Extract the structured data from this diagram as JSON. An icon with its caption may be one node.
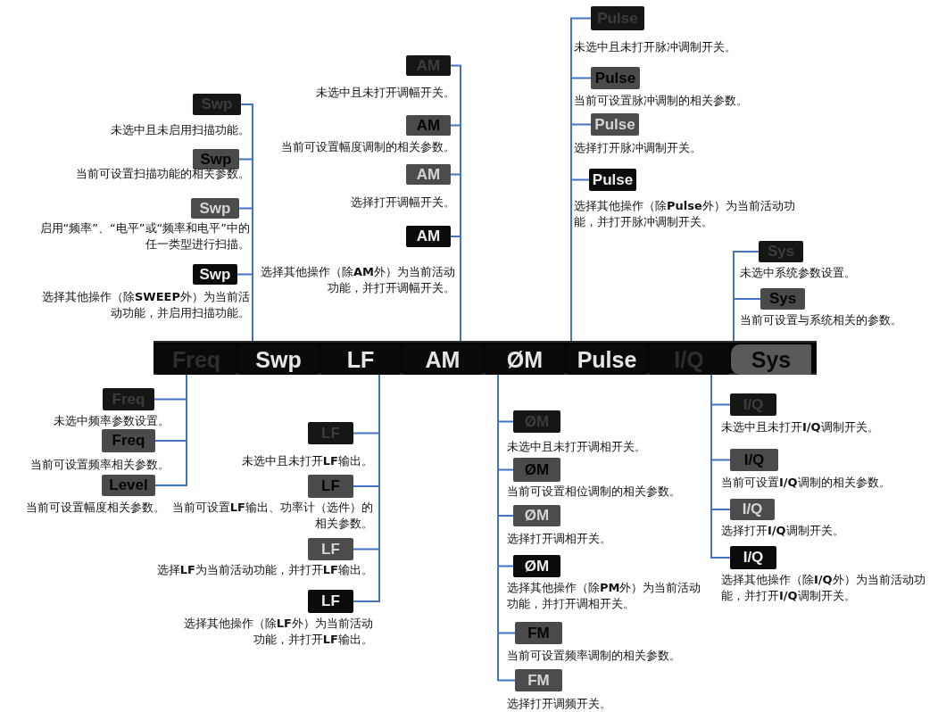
{
  "diagram": {
    "nodes": [
      {
        "text": [],
        "shape": "bar"
      },
      {
        "text": [
          "Freq"
        ],
        "in": 0
      },
      {
        "text": [
          "Swp"
        ],
        "in": 0
      },
      {
        "text": [
          "LF"
        ],
        "in": 0
      },
      {
        "text": [
          "AM"
        ],
        "in": 0
      },
      {
        "text": [
          "ØM"
        ],
        "in": 0
      },
      {
        "text": [
          "Pulse"
        ],
        "in": 0
      },
      {
        "text": [
          "I/Q"
        ],
        "in": 0
      },
      {
        "text": [
          "Sys"
        ],
        "in": 0
      },
      {
        "text": [
          "Swp"
        ],
        "beside": [
          "未选中且未启用扫描功能。"
        ]
      },
      {
        "text": [
          "Swp"
        ],
        "beside": [
          "当前可设置扫描功能的相关参数。"
        ]
      },
      {
        "text": [
          "Swp"
        ],
        "beside": [
          "启用“频率”、“电平”或“频率和电平”中的任一类型进行扫描。"
        ]
      },
      {
        "text": [
          "Swp"
        ],
        "beside": [
          "选择其他操作（除**SWEEP**外）为当前活动功能，并启用扫描功能。"
        ]
      },
      {
        "text": [
          "AM"
        ],
        "beside": [
          "未选中且未打开调幅开关。"
        ]
      },
      {
        "text": [
          "AM"
        ],
        "beside": [
          "当前可设置幅度调制的相关参数。"
        ]
      },
      {
        "text": [
          "AM"
        ],
        "beside": [
          "选择打开调幅开关。"
        ]
      },
      {
        "text": [
          "AM"
        ],
        "beside": [
          "选择其他操作（除**AM**外）为当前活动功能，并打开调幅开关。"
        ]
      },
      {
        "text": [
          "Pulse"
        ],
        "beside": [
          "未选中且未打开脉冲调制开关。"
        ]
      },
      {
        "text": [
          "Pulse"
        ],
        "beside": [
          "当前可设置脉冲调制的相关参数。"
        ]
      },
      {
        "text": [
          "Pulse"
        ],
        "beside": [
          "选择打开脉冲调制开关。"
        ]
      },
      {
        "text": [
          "Pulse"
        ],
        "beside": [
          "选择其他操作（除**Pulse**外）为当前活动功能，并打开脉冲调制开关。"
        ]
      },
      {
        "text": [
          "Sys"
        ],
        "beside": [
          "未选中系统参数设置。"
        ]
      },
      {
        "text": [
          "Sys"
        ],
        "beside": [
          "当前可设置与系统相关的参数。"
        ]
      },
      {
        "text": [
          "Freq"
        ],
        "beside": [
          "未选中频率参数设置。"
        ]
      },
      {
        "text": [
          "Freq"
        ],
        "beside": [
          "当前可设置频率相关参数。"
        ]
      },
      {
        "text": [
          "Level"
        ],
        "beside": [
          "当前可设置幅度相关参数。"
        ]
      },
      {
        "text": [
          "LF"
        ],
        "beside": [
          "未选中且未打开**LF**输出。"
        ]
      },
      {
        "text": [
          "LF"
        ],
        "beside": [
          "当前可设置**LF**输出、功率计（选件）的相关参数。"
        ]
      },
      {
        "text": [
          "LF"
        ],
        "beside": [
          "选择**LF**为当前活动功能，并打开**LF**输出。"
        ]
      },
      {
        "text": [
          "LF"
        ],
        "beside": [
          "选择其他操作（除**LF**外）为当前活动功能，并打开**LF**输出。"
        ]
      },
      {
        "text": [
          "ØM"
        ],
        "beside": [
          "未选中且未打开调相开关。"
        ]
      },
      {
        "text": [
          "ØM"
        ],
        "beside": [
          "当前可设置相位调制的相关参数。"
        ]
      },
      {
        "text": [
          "ØM"
        ],
        "beside": [
          "选择打开调相开关。"
        ]
      },
      {
        "text": [
          "ØM"
        ],
        "beside": [
          "选择其他操作（除**PM**外）为当前活动功能，并打开调相开关。"
        ]
      },
      {
        "text": [
          "FM"
        ],
        "beside": [
          "当前可设置频率调制的相关参数。"
        ]
      },
      {
        "text": [
          "FM"
        ],
        "beside": [
          "选择打开调频开关。"
        ]
      },
      {
        "text": [
          "I/Q"
        ],
        "beside": [
          "未选中且未打开**I/Q**调制开关。"
        ]
      },
      {
        "text": [
          "I/Q"
        ],
        "beside": [
          "当前可设置**I/Q**调制的相关参数。"
        ]
      },
      {
        "text": [
          "I/Q"
        ],
        "beside": [
          "选择打开**I/Q**调制开关。"
        ]
      },
      {
        "text": [
          "I/Q"
        ],
        "beside": [
          "选择其他操作（除**I/Q**外）为当前活动功能，并打开**I/Q**调制开关。"
        ]
      }
    ],
    "edges": [
      {
        "from": 2,
        "to": 9,
        "arrow": "none"
      },
      {
        "from": 2,
        "to": 10,
        "arrow": "none"
      },
      {
        "from": 2,
        "to": 11,
        "arrow": "none"
      },
      {
        "from": 2,
        "to": 12,
        "arrow": "none"
      },
      {
        "from": 4,
        "to": 13,
        "arrow": "none"
      },
      {
        "from": 4,
        "to": 14,
        "arrow": "none"
      },
      {
        "from": 4,
        "to": 15,
        "arrow": "none"
      },
      {
        "from": 4,
        "to": 16,
        "arrow": "none"
      },
      {
        "from": 6,
        "to": 17,
        "arrow": "none"
      },
      {
        "from": 6,
        "to": 18,
        "arrow": "none"
      },
      {
        "from": 6,
        "to": 19,
        "arrow": "none"
      },
      {
        "from": 6,
        "to": 20,
        "arrow": "none"
      },
      {
        "from": 8,
        "to": 21,
        "arrow": "none"
      },
      {
        "from": 8,
        "to": 22,
        "arrow": "none"
      },
      {
        "from": 1,
        "to": 23,
        "arrow": "none"
      },
      {
        "from": 1,
        "to": 24,
        "arrow": "none"
      },
      {
        "from": 1,
        "to": 25,
        "arrow": "none"
      },
      {
        "from": 3,
        "to": 26,
        "arrow": "none"
      },
      {
        "from": 3,
        "to": 27,
        "arrow": "none"
      },
      {
        "from": 3,
        "to": 28,
        "arrow": "none"
      },
      {
        "from": 3,
        "to": 29,
        "arrow": "none"
      },
      {
        "from": 5,
        "to": 30,
        "arrow": "none"
      },
      {
        "from": 5,
        "to": 31,
        "arrow": "none"
      },
      {
        "from": 5,
        "to": 32,
        "arrow": "none"
      },
      {
        "from": 5,
        "to": 33,
        "arrow": "none"
      },
      {
        "from": 5,
        "to": 34,
        "arrow": "none"
      },
      {
        "from": 5,
        "to": 35,
        "arrow": "none"
      },
      {
        "from": 7,
        "to": 36,
        "arrow": "none"
      },
      {
        "from": 7,
        "to": 37,
        "arrow": "none"
      },
      {
        "from": 7,
        "to": 38,
        "arrow": "none"
      },
      {
        "from": 7,
        "to": 39,
        "arrow": "none"
      }
    ]
  }
}
